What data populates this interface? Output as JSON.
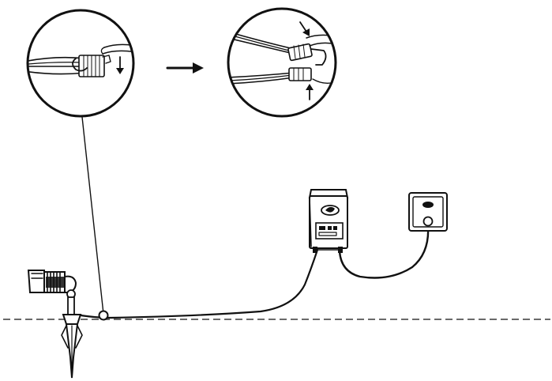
{
  "diagram": {
    "type": "installation-illustration",
    "parts": {
      "connector_open": "connector-detail-open",
      "transition": "right-arrow",
      "connector_closed": "connector-detail-pressed",
      "spotlight": "garden-spotlight-on-stake",
      "transformer": "transformer-box",
      "outlet": "wall-outlet",
      "ground": "ground-line-dashed"
    },
    "colors": {
      "ink": "#111111",
      "background": "#ffffff"
    }
  }
}
